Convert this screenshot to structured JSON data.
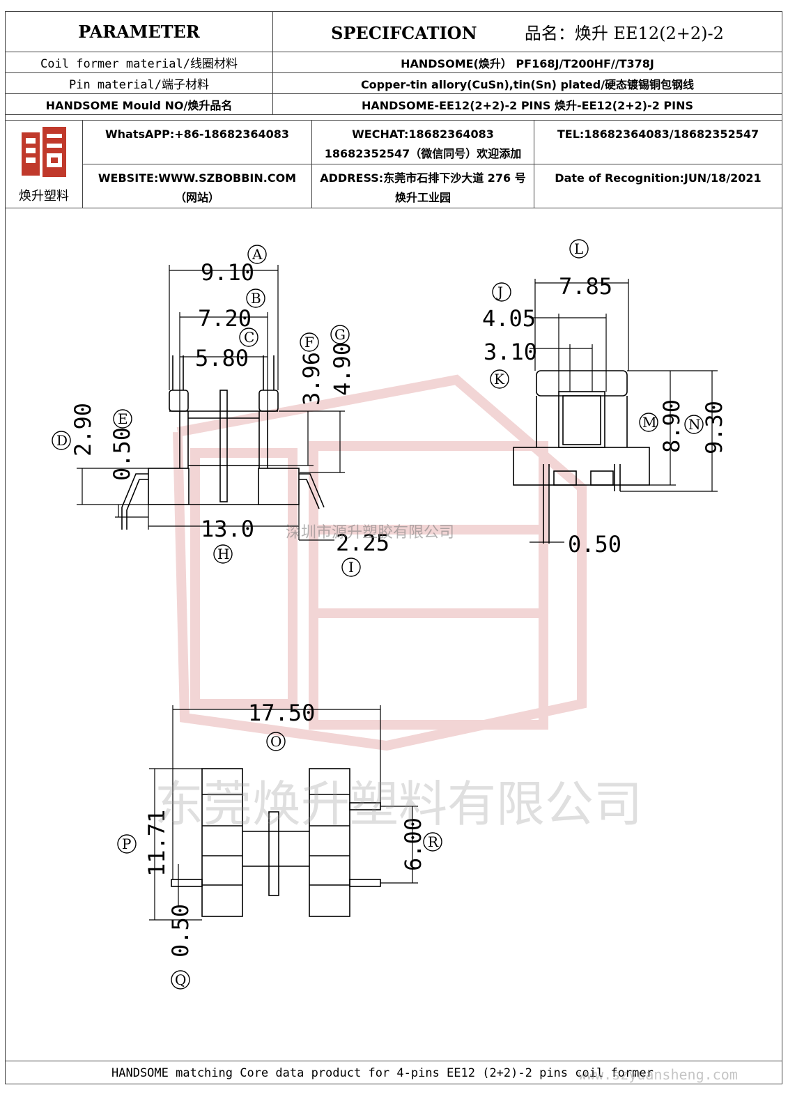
{
  "header": {
    "parameter": "PARAMETER",
    "specification": "SPECIFCATION",
    "product_name": "品名：焕升 EE12(2+2)-2"
  },
  "rows": [
    {
      "label": "Coil former material/线圈材料",
      "value": "HANDSOME(焕升） PF168J/T200HF//T378J"
    },
    {
      "label": "Pin material/端子材料",
      "value": "Copper-tin allory(CuSn),tin(Sn) plated/硬态镀锡铜包钢线"
    },
    {
      "label": "HANDSOME Mould NO/焕升品名",
      "value": "HANDSOME-EE12(2+2)-2 PINS 焕升-EE12(2+2)-2 PINS"
    }
  ],
  "contact": {
    "logo_text": "焕升塑料",
    "whatsapp": "WhatsAPP:+86-18682364083",
    "wechat": "WECHAT:18682364083 18682352547（微信同号）欢迎添加",
    "tel": "TEL:18682364083/18682352547",
    "website": "WEBSITE:WWW.SZBOBBIN.COM（网站）",
    "address": "ADDRESS:东莞市石排下沙大道 276 号焕升工业园",
    "date": "Date of Recognition:JUN/18/2021"
  },
  "dims": {
    "A": "9.10",
    "B": "7.20",
    "C": "5.80",
    "D": "2.90",
    "E": "0.50",
    "F": "3.96",
    "G": "4.90",
    "H": "13.0",
    "I": "2.25",
    "J": "4.05",
    "K": "3.10",
    "L": "7.85",
    "M": "8.90",
    "N": "9.30",
    "side_pin": "0.50",
    "O": "17.50",
    "P": "11.71",
    "Q": "0.50",
    "R": "6.00"
  },
  "letters": [
    "A",
    "B",
    "C",
    "D",
    "E",
    "F",
    "G",
    "H",
    "I",
    "J",
    "K",
    "L",
    "M",
    "N",
    "O",
    "P",
    "Q",
    "R"
  ],
  "watermarks": {
    "company_small": "深圳市源升塑胶有限公司",
    "company_large": "东莞焕升塑料有限公司",
    "url": "www.szyuansheng.com"
  },
  "footer": "HANDSOME matching Core data  product for 4-pins EE12 (2+2)-2 pins coil former",
  "colors": {
    "logo_red": "#c0392b",
    "watermark_red": "#e8b4b4",
    "line": "#000000"
  }
}
